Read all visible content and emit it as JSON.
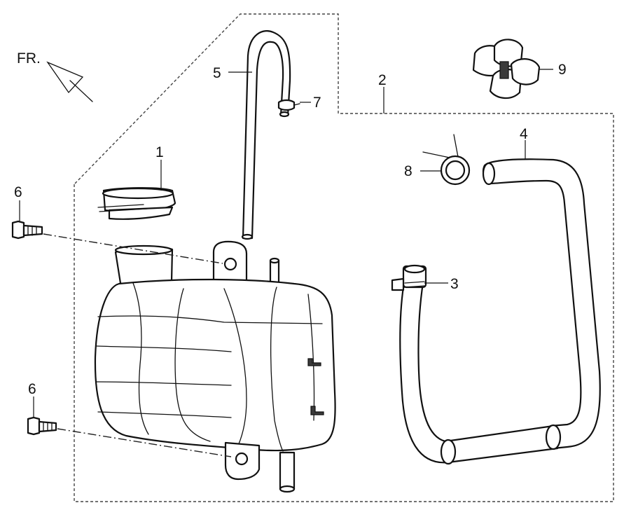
{
  "orientation_label": "FR.",
  "callouts": {
    "c1": "1",
    "c2": "2",
    "c3": "3",
    "c4": "4",
    "c5": "5",
    "c6a": "6",
    "c6b": "6",
    "c7": "7",
    "c8": "8",
    "c9": "9"
  },
  "colors": {
    "line": "#111111",
    "background": "#ffffff"
  }
}
